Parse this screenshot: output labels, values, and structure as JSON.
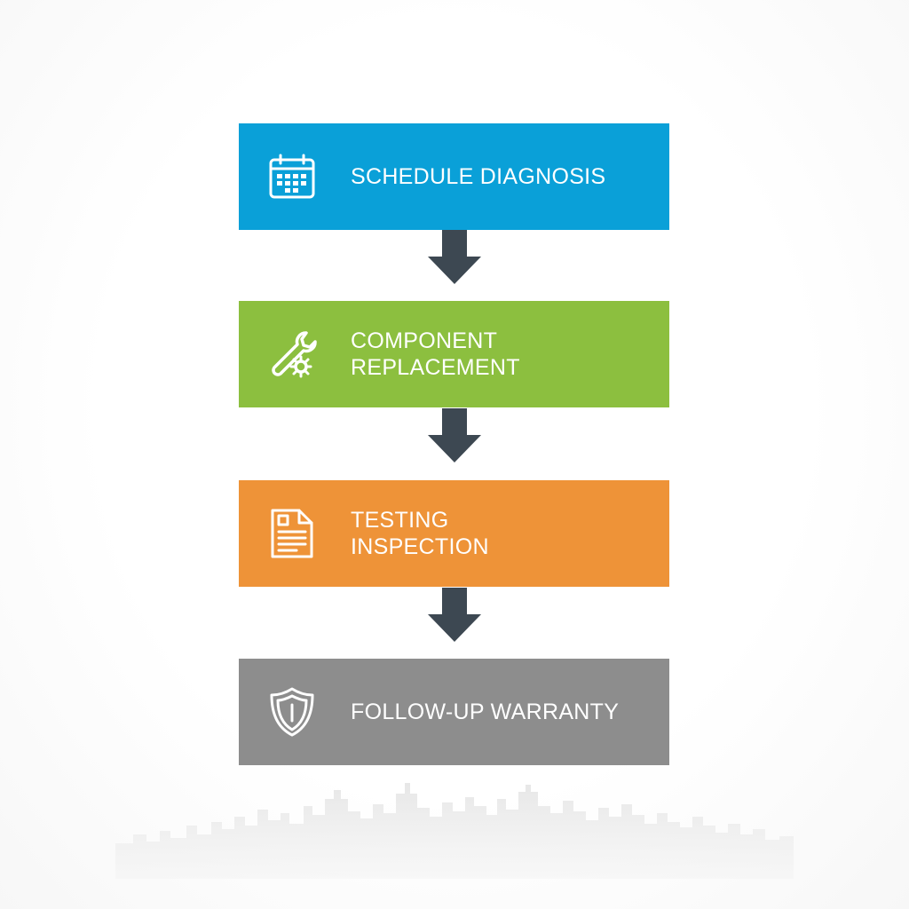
{
  "steps": [
    {
      "label": "SCHEDULE DIAGNOSIS",
      "icon": "calendar-icon",
      "color": "#0aa0d8"
    },
    {
      "label": "COMPONENT\nREPLACEMENT",
      "icon": "wrench-gear-icon",
      "color": "#8cbf3f"
    },
    {
      "label": "TESTING\nINSPECTION",
      "icon": "document-icon",
      "color": "#ee9338"
    },
    {
      "label": "FOLLOW-UP WARRANTY",
      "icon": "shield-icon",
      "color": "#8d8d8d"
    }
  ],
  "arrow_color": "#3d4852",
  "decoration": {
    "skyline": "city-skyline-silhouette"
  }
}
